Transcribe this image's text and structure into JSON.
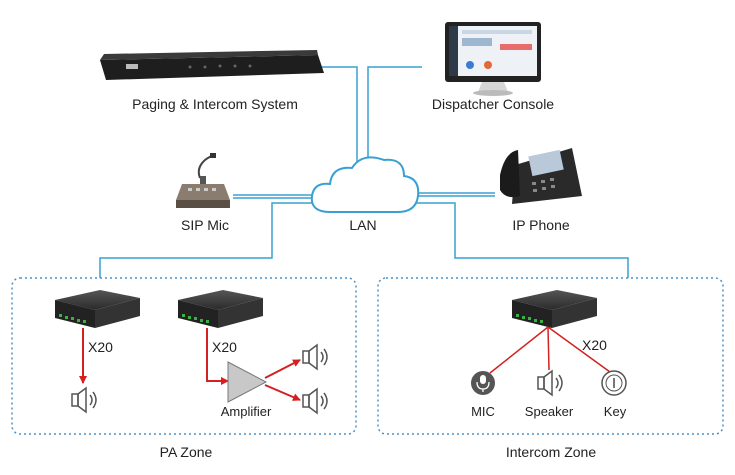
{
  "labels": {
    "paging_system": "Paging & Intercom System",
    "dispatcher_console": "Dispatcher Console",
    "sip_mic": "SIP Mic",
    "lan": "LAN",
    "ip_phone": "IP Phone",
    "x20_pa_left": "X20",
    "x20_pa_right": "X20",
    "x20_intercom": "X20",
    "amplifier": "Amplifier",
    "mic": "MIC",
    "speaker": "Speaker",
    "key": "Key",
    "pa_zone": "PA Zone",
    "intercom_zone": "Intercom Zone"
  },
  "colors": {
    "network_line": "#3aa0d4",
    "signal_arrow": "#d42020",
    "zone_border": "#4a90c8",
    "device_dark": "#2a2a2a"
  },
  "icons": [
    "server-rack-icon",
    "monitor-icon",
    "desk-microphone-icon",
    "cloud-icon",
    "ip-phone-icon",
    "gateway-box-icon",
    "amplifier-triangle-icon",
    "speaker-icon",
    "microphone-icon",
    "key-button-icon"
  ]
}
